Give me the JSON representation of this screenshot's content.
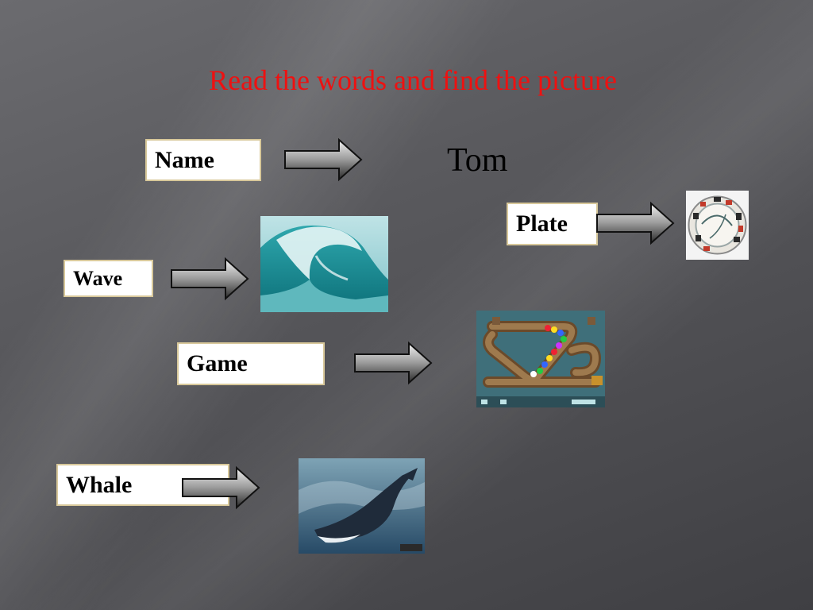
{
  "slide": {
    "title": "Read the words and find the picture",
    "answer_word": "Tom"
  },
  "words": {
    "name": "Name",
    "plate": "Plate",
    "wave": "Wave",
    "game": "Game",
    "whale": "Whale"
  },
  "pictures": {
    "plate": "plate-image",
    "wave": "wave-image",
    "game": "marble-game-image",
    "whale": "whale-image"
  },
  "colors": {
    "title": "#ee1111",
    "box_border": "#d8c89a"
  }
}
